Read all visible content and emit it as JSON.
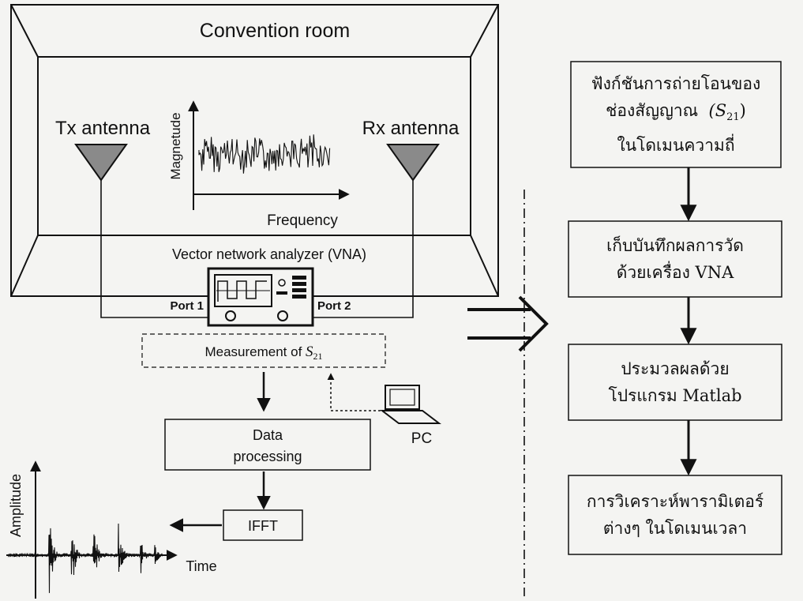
{
  "room": {
    "title": "Convention room",
    "tx_label": "Tx antenna",
    "rx_label": "Rx antenna",
    "vna_label": "Vector network analyzer (VNA)",
    "port1": "Port 1",
    "port2": "Port 2",
    "freq_plot": {
      "ylabel": "Magnetude",
      "xlabel": "Frequency"
    }
  },
  "measurement": {
    "text": "Measurement of ",
    "symbol": "S",
    "subscript": "21"
  },
  "pc_label": "PC",
  "processing": {
    "line1": "Data",
    "line2": "processing"
  },
  "ifft": "IFFT",
  "time_plot": {
    "ylabel": "Amplitude",
    "xlabel": "Time"
  },
  "flow": {
    "step1": {
      "line1": "ฟังก์ชันการถ่ายโอนของ",
      "line2": "ช่องสัญญาณ",
      "sym": "(S",
      "sub": "21",
      "close": ")",
      "line3": "ในโดเมนความถี่"
    },
    "step2": {
      "line1": "เก็บบันทึกผลการวัด",
      "line2": "ด้วยเครื่อง VNA"
    },
    "step3": {
      "line1": "ประมวลผลด้วย",
      "line2": "โปรแกรม Matlab"
    },
    "step4": {
      "line1": "การวิเคราะห์พารามิเตอร์",
      "line2": "ต่างๆ ในโดเมนเวลา"
    }
  },
  "colors": {
    "ink": "#111111",
    "antenna_fill": "#8a8a8a",
    "paper": "#f4f4f2"
  }
}
